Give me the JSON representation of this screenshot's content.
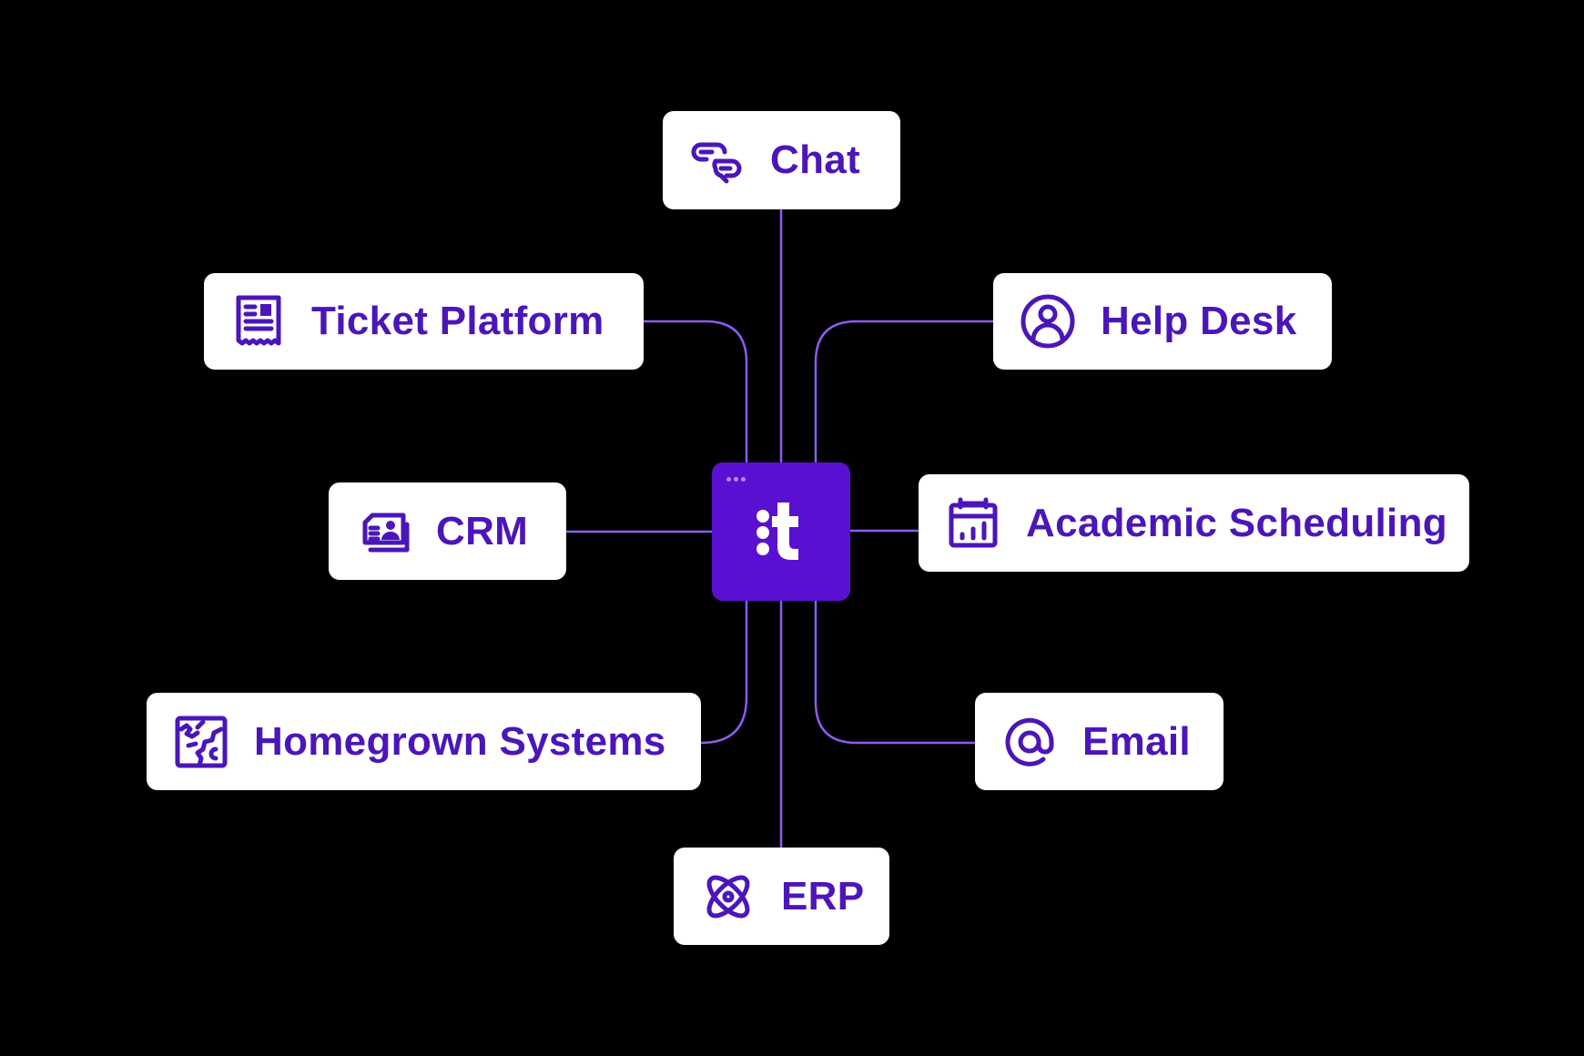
{
  "diagram": {
    "hub": {
      "name": "t",
      "icon": "t-logo-icon",
      "color": "#5a10d0"
    },
    "line_color": "#8b5cf0",
    "text_color": "#4b16b9",
    "nodes": [
      {
        "id": "chat",
        "label": "Chat",
        "icon": "chat-bubbles-icon"
      },
      {
        "id": "ticket-platform",
        "label": "Ticket Platform",
        "icon": "receipt-icon"
      },
      {
        "id": "help-desk",
        "label": "Help Desk",
        "icon": "user-circle-icon"
      },
      {
        "id": "crm",
        "label": "CRM",
        "icon": "contact-cards-icon"
      },
      {
        "id": "academic-scheduling",
        "label": "Academic Scheduling",
        "icon": "calendar-chart-icon"
      },
      {
        "id": "homegrown-systems",
        "label": "Homegrown Systems",
        "icon": "puzzle-icon"
      },
      {
        "id": "email",
        "label": "Email",
        "icon": "at-sign-icon"
      },
      {
        "id": "erp",
        "label": "ERP",
        "icon": "atom-icon"
      }
    ]
  }
}
